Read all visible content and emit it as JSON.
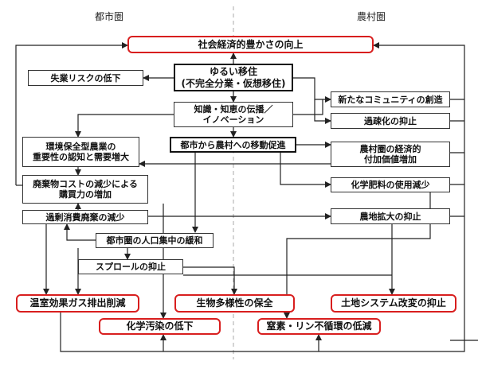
{
  "zones": {
    "urban": "都市圏",
    "rural": "農村圏"
  },
  "nodes": {
    "top_goal": "社会経済的豊かさの向上",
    "unemployment": "失業リスクの低下",
    "yurui": "ゆるい移住\n(不完全分業・仮想移住)",
    "knowledge": "知識・知恵の伝播／\nイノベーション",
    "migration": "都市から農村への移動促進",
    "env_agri": "環境保全型農業の\n重要性の認知と需要増大",
    "waste_cost": "廃棄物コストの減少による\n購買力の増加",
    "overconsume": "過剰消費廃棄の減少",
    "urban_conc": "都市圏の人口集中の緩和",
    "sprawl": "スプロールの抑止",
    "community": "新たなコミュニティの創造",
    "depop": "過疎化の抑止",
    "rural_value": "農村圏の経済的\n付加価値増加",
    "fertilizer": "化学肥料の使用減少",
    "farmland": "農地拡大の抑止",
    "ghg": "温室効果ガス排出削減",
    "biodiv": "生物多様性の保全",
    "land_system": "土地システム改変の抑止",
    "chem_pollution": "化学汚染の低下",
    "np_cycle": "窒素・リン不循環の低減"
  }
}
